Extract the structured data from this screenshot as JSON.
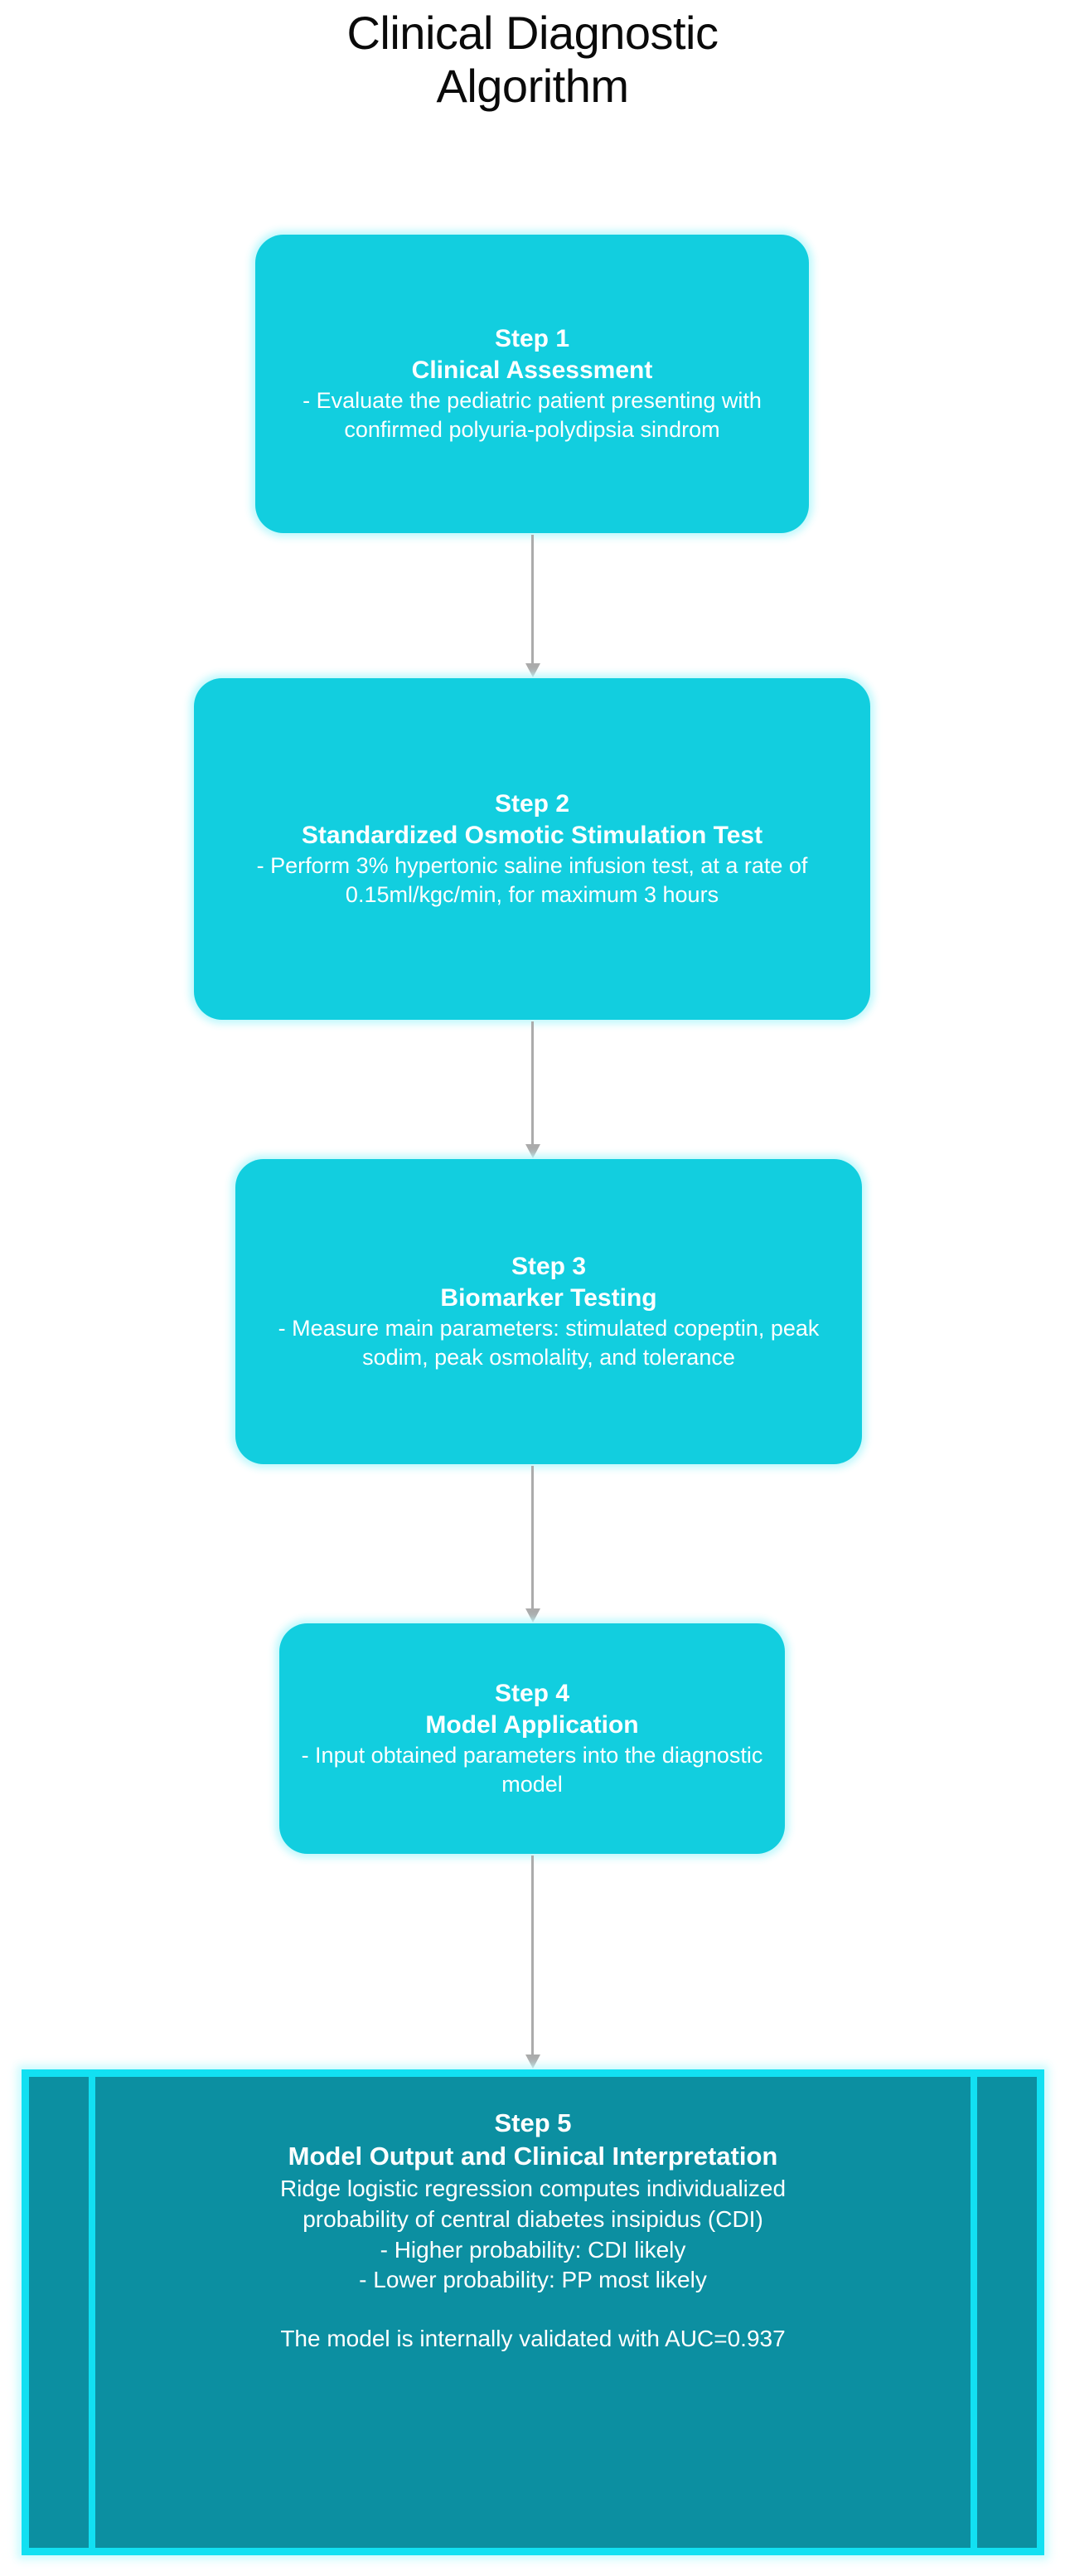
{
  "title": {
    "line1": "Clinical Diagnostic",
    "line2": "Algorithm"
  },
  "colors": {
    "node_fill": "#12CEDF",
    "node_text": "#FFFFFF",
    "final_fill": "#0C8FA1",
    "final_border": "#12E0F2",
    "arrow": "#ABABAB",
    "title_text": "#0A0A0A",
    "background": "#FFFFFF"
  },
  "steps": [
    {
      "id": "step1",
      "number": "Step 1",
      "name": "Clinical Assessment",
      "description": "- Evaluate the pediatric patient presenting with confirmed polyuria-polydipsia  sindrom"
    },
    {
      "id": "step2",
      "number": "Step 2",
      "name": "Standardized Osmotic Stimulation Test",
      "description": "- Perform 3% hypertonic saline infusion test, at a rate of 0.15ml/kgc/min, for maximum 3 hours"
    },
    {
      "id": "step3",
      "number": "Step 3",
      "name": "Biomarker Testing",
      "description": "- Measure main parameters: stimulated copeptin, peak sodim, peak osmolality, and tolerance"
    },
    {
      "id": "step4",
      "number": "Step 4",
      "name": "Model Application",
      "description": "- Input obtained parameters into the diagnostic model"
    },
    {
      "id": "step5",
      "number": "Step 5",
      "name": "Model Output and Clinical Interpretation",
      "description_line1": "Ridge logistic regression computes individualized",
      "description_line2": "probability of central diabetes insipidus (CDI)",
      "description_line3": "- Higher probability: CDI likely",
      "description_line4": "- Lower probability: PP most likely",
      "description_line5": "The model is internally validated with AUC=0.937"
    }
  ],
  "connectors": [
    {
      "id": "c1",
      "from": "step1",
      "to": "step2",
      "icon": "down-arrow-icon"
    },
    {
      "id": "c2",
      "from": "step2",
      "to": "step3",
      "icon": "down-arrow-icon"
    },
    {
      "id": "c3",
      "from": "step3",
      "to": "step4",
      "icon": "down-arrow-icon"
    },
    {
      "id": "c4",
      "from": "step4",
      "to": "step5",
      "icon": "down-arrow-icon"
    }
  ]
}
